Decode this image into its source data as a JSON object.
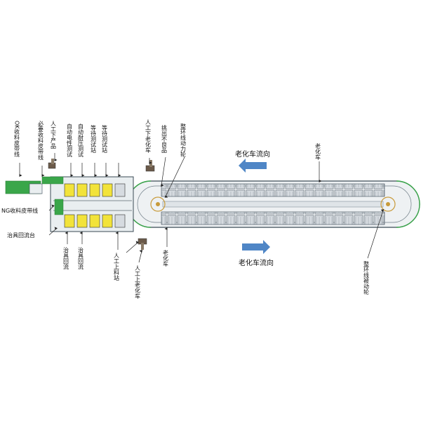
{
  "labels": {
    "ok_belt": "OK收料皮带线",
    "must_collect": "必要收料皮带线",
    "manual_unload_product": "人工下产品",
    "auto_elec_test": "自动电性测试",
    "auto_voltage_test": "自动耐压测试",
    "wait_test_1": "等待测试站",
    "wait_test_2": "等待测试站",
    "manual_unload_car": "人工下老化车",
    "pick_defect": "挑出不良品",
    "ring_drive_wheel": "整环线动力轮",
    "ng_belt": "NG收料皮带线",
    "fixture_return_table": "治具回流台",
    "fixture_return_1": "治具回流",
    "fixture_return_2": "治具回流",
    "manual_load_station": "人工上料站",
    "manual_load_car": "人工上老化车",
    "aging_car_bottom": "老化车",
    "aging_car_top": "老化车",
    "flow_top": "老化车流向",
    "flow_bottom": "老化车流向",
    "ring_driven_wheel": "整环线被动轮"
  },
  "colors": {
    "machine_fill": "#e9eef0",
    "machine_line": "#3a4a55",
    "green": "#3aa64a",
    "yellow": "#f2e33a",
    "arrow_blue": "#4f86c6",
    "car_fill": "#d8dde2"
  },
  "icons": [
    "robot-arm-icon",
    "up-arrow-icon",
    "left-flow-arrow-icon",
    "right-flow-arrow-icon"
  ]
}
